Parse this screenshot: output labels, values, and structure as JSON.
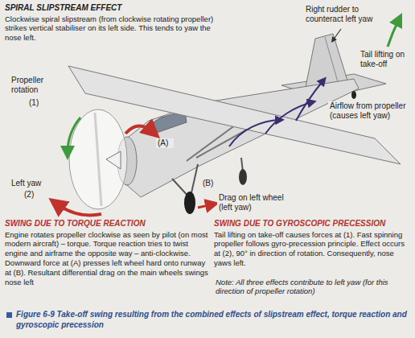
{
  "diagram": {
    "caption": "Figure 6-9 Take-off swing resulting from the combined effects of slipstream effect, torque reaction and gyroscopic precession",
    "nodes": [
      {
        "text": [
          "SPIRAL SLIPSTREAM EFFECT",
          "Clockwise spiral slipstream (from clockwise rotating propeller) strikes vertical stabiliser on its left side. This tends to yaw the nose left."
        ]
      },
      {
        "text": [
          "SWING DUE TO TORQUE REACTION",
          "Engine rotates propeller clockwise as seen by pilot (on most modern aircraft) – torque. Torque reaction tries to twist engine and airframe the opposite way – anti-clockwise. Downward force at (A) presses left wheel hard onto runway at (B). Resultant differential drag on the main wheels swings nose left"
        ]
      },
      {
        "text": [
          "SWING DUE TO GYROSCOPIC PRECESSION",
          "Tail lifting on take-off causes forces at (1). Fast spinning propeller follows gyro-precession principle. Effect occurs at (2), 90° in direction of rotation. Consequently, nose yaws left."
        ]
      }
    ],
    "labels": [
      "Right rudder to counteract left yaw",
      "Tail lifting on take-off",
      "Airflow from propeller (causes left yaw)",
      "Propeller rotation",
      "(1)",
      "Left yaw",
      "(2)",
      "(A)",
      "(B)",
      "Drag on left wheel (left yaw)",
      "Note: All three effects contribute to left yaw (for this direction of propeller rotation)"
    ]
  }
}
